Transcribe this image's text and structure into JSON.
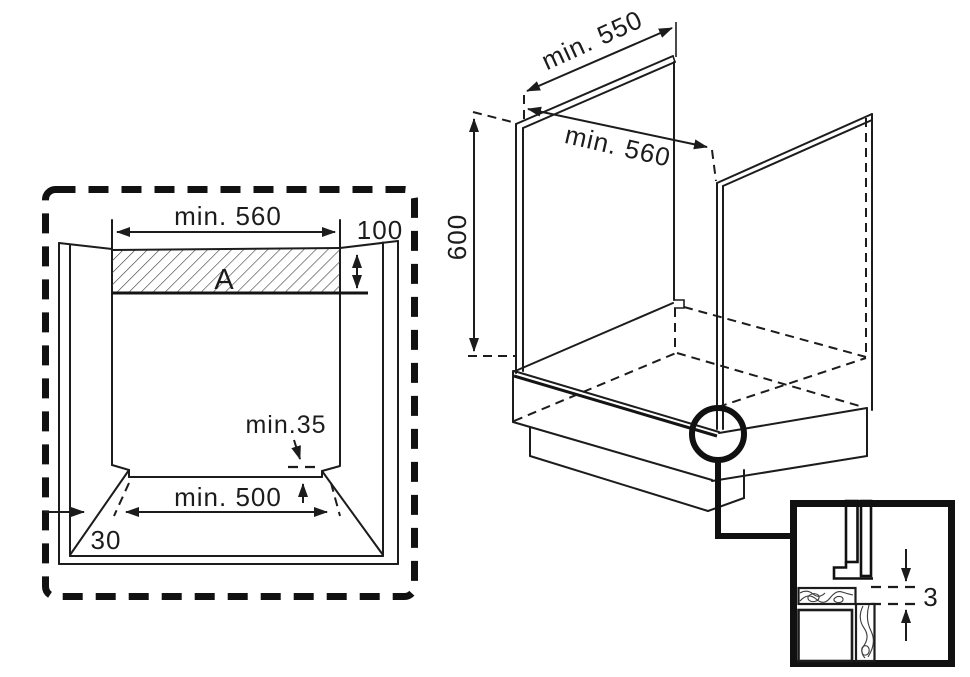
{
  "app": {
    "background": "#ffffff",
    "line_color": "#1c1c1c"
  },
  "left_diagram": {
    "niche_width_label": "min. 560",
    "vent_gap_label": "100",
    "vent_area_label": "A",
    "rear_ledge_label": "min.35",
    "floor_width_label": "min. 500",
    "rail_width_label": "30"
  },
  "right_diagram": {
    "depth_label": "min. 550",
    "width_label": "min. 560",
    "height_label": "600"
  },
  "detail_inset": {
    "gap_label": "3"
  }
}
